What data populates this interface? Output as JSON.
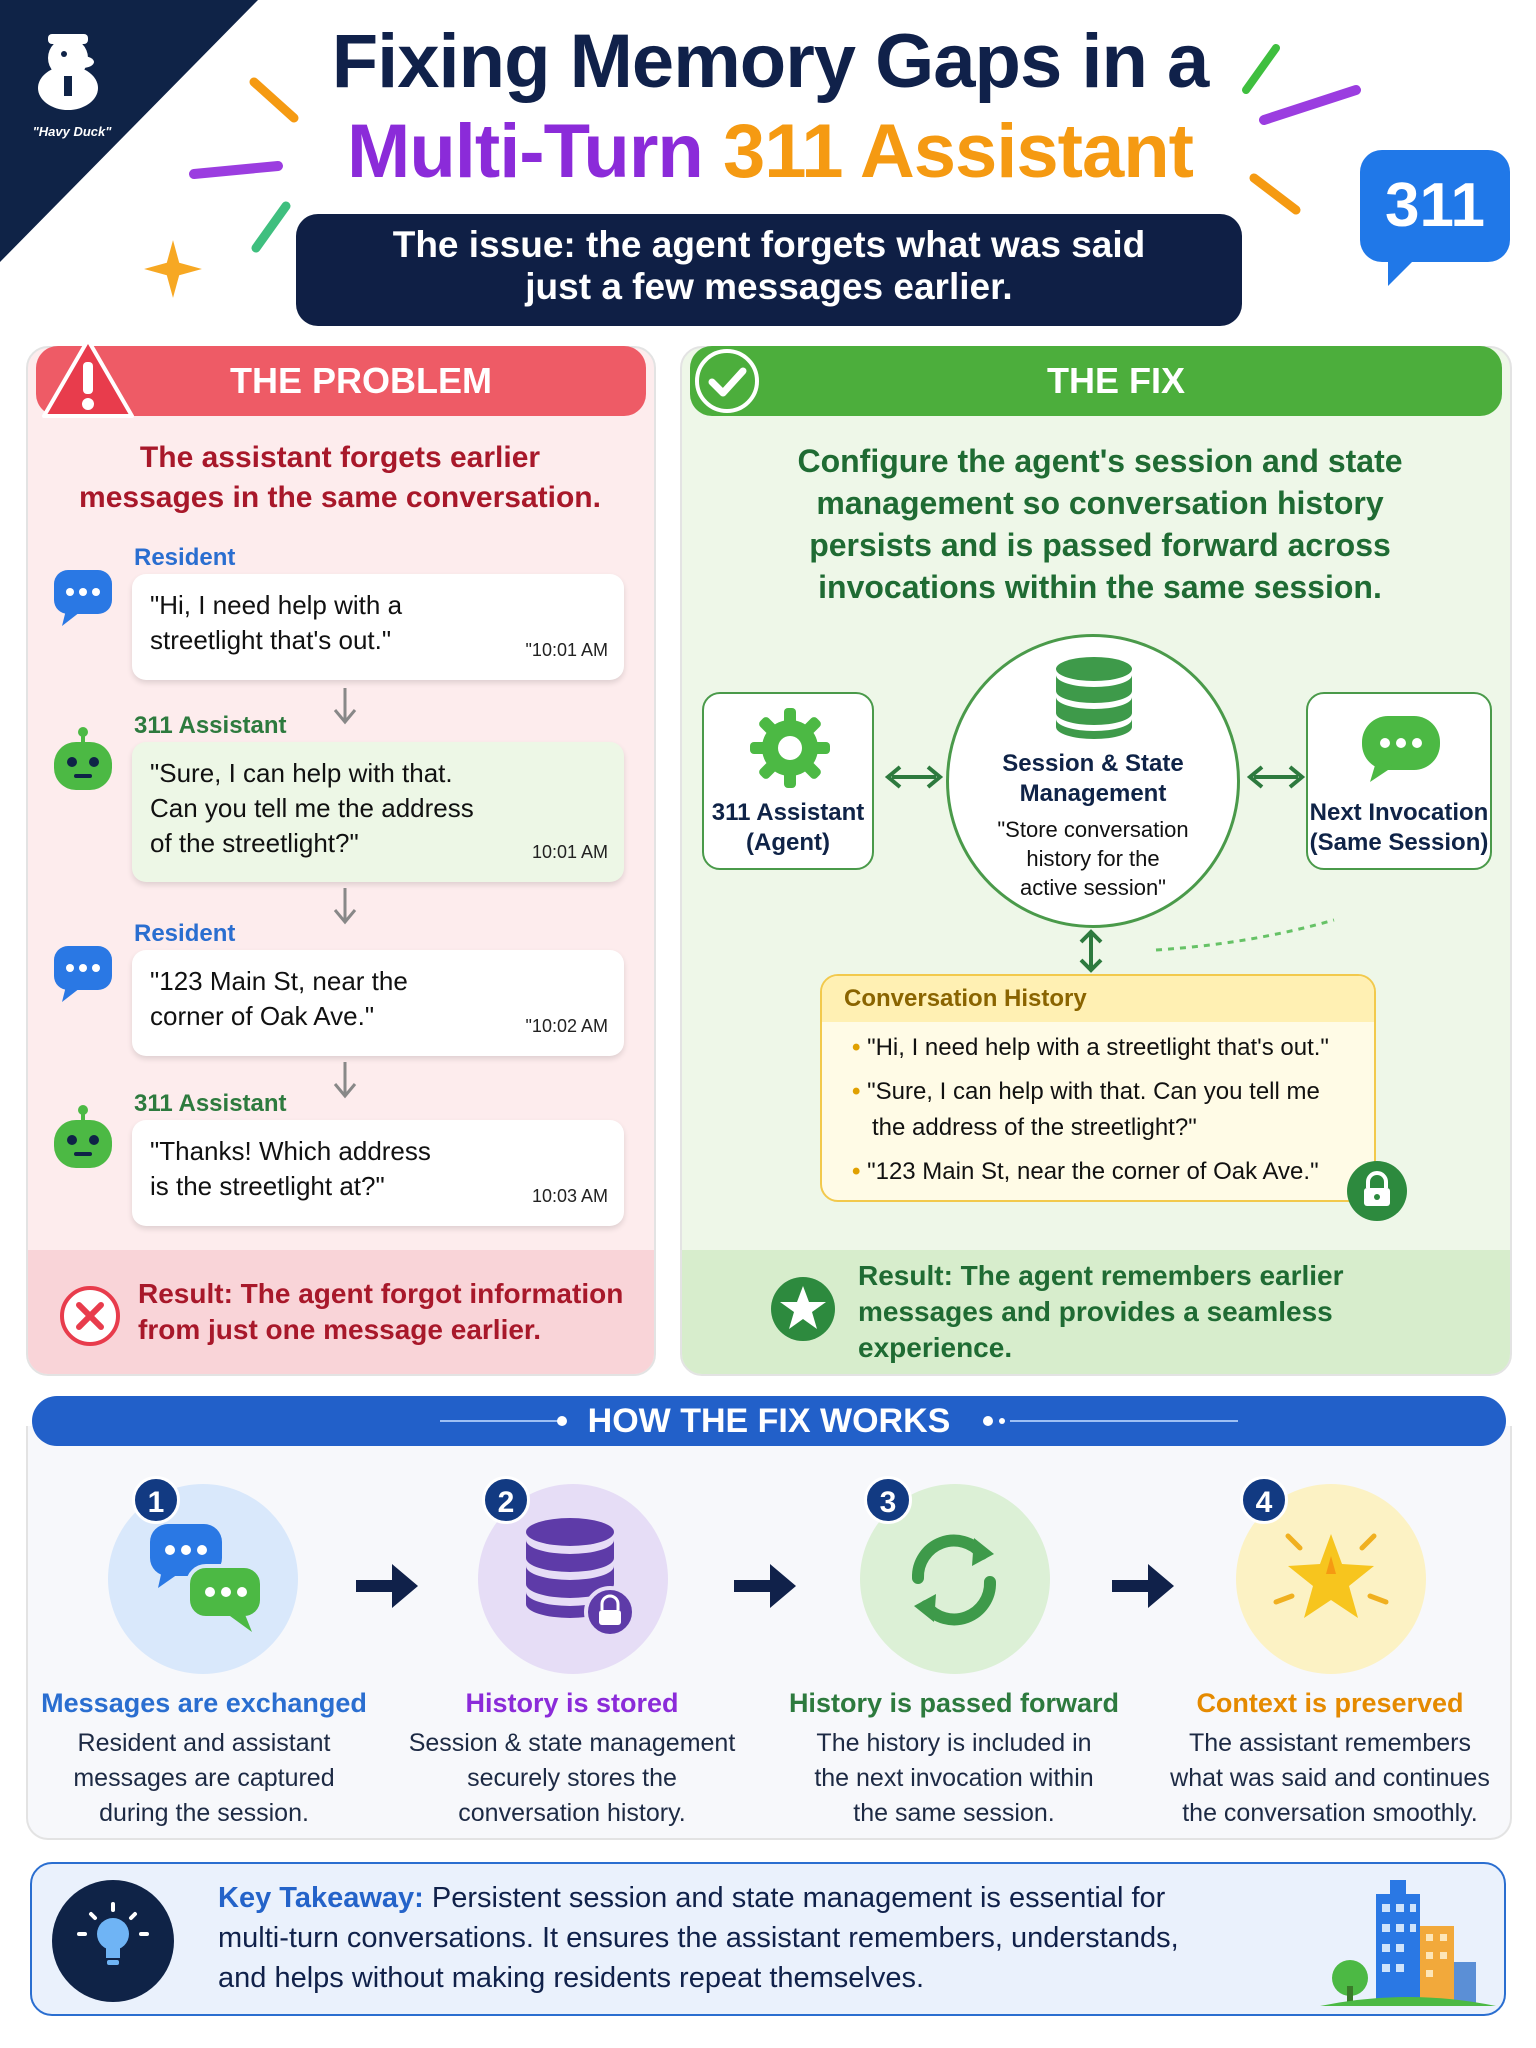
{
  "brand": {
    "name": "\"Havy Duck\""
  },
  "header": {
    "title_line1": "Fixing Memory Gaps in a",
    "title_line2_purple": "Multi-Turn ",
    "title_line2_orange": "311 Assistant",
    "issue_line1": "The issue: the agent forgets what was said",
    "issue_line2": "just a few messages earlier.",
    "badge": "311"
  },
  "problem": {
    "header": "THE PROBLEM",
    "subtitle_line1": "The assistant forgets earlier",
    "subtitle_line2": "messages in the same conversation.",
    "messages": [
      {
        "speaker": "Resident",
        "line1": "\"Hi, I need help with a",
        "line2": "streetlight that's out.\"",
        "line3": "",
        "time": "\"10:01 AM"
      },
      {
        "speaker": "311 Assistant",
        "line1": "\"Sure, I can help with that.",
        "line2": "Can you tell me the address",
        "line3": "of the streetlight?\"",
        "time": "10:01 AM"
      },
      {
        "speaker": "Resident",
        "line1": "\"123 Main St, near the",
        "line2": "corner of Oak Ave.\"",
        "line3": "",
        "time": "\"10:02 AM"
      },
      {
        "speaker": "311 Assistant",
        "line1": "\"Thanks! Which address",
        "line2": "is the streetlight at?\"",
        "line3": "",
        "time": "10:03 AM"
      }
    ],
    "result_line1": "Result: The agent forgot information",
    "result_line2": "from just one message earlier."
  },
  "fix": {
    "header": "THE FIX",
    "subtitle_lines": [
      "Configure the agent's session and state",
      "management so conversation history",
      "persists and is passed forward across",
      "invocations within the same session."
    ],
    "agent_line1": "311 Assistant",
    "agent_line2": "(Agent)",
    "session_line1": "Session & State",
    "session_line2": "Management",
    "session_desc1": "\"Store conversation",
    "session_desc2": "history for the",
    "session_desc3": "active session\"",
    "next_line1": "Next Invocation",
    "next_line2": "(Same Session)",
    "history_title": "Conversation History",
    "history_items": [
      "\"Hi, I need help with a streetlight that's out.\"",
      "\"Sure, I can help with that. Can you tell me",
      "the address of the streetlight?\"",
      "\"123 Main St, near the corner of Oak Ave.\""
    ],
    "result_lines": [
      "Result: The agent remembers earlier",
      "messages and provides a seamless",
      "experience."
    ]
  },
  "how": {
    "title": "HOW THE FIX WORKS",
    "steps": [
      {
        "num": "1",
        "title": "Messages are exchanged",
        "color": "#2a6ed0",
        "d1": "Resident and assistant",
        "d2": "messages are captured",
        "d3": "during the session."
      },
      {
        "num": "2",
        "title": "History is stored",
        "color": "#8b2bd9",
        "d1": "Session & state management",
        "d2": "securely stores the",
        "d3": "conversation history."
      },
      {
        "num": "3",
        "title": "History is passed forward",
        "color": "#2d7a3e",
        "d1": "The history is included in",
        "d2": "the next invocation within",
        "d3": "the same session."
      },
      {
        "num": "4",
        "title": "Context is preserved",
        "color": "#e58a00",
        "d1": "The assistant remembers",
        "d2": "what was said and continues",
        "d3": "the conversation smoothly."
      }
    ]
  },
  "takeaway": {
    "label": "Key Takeaway:",
    "text1": " Persistent session and state management is essential for",
    "text2": "multi-turn conversations. It ensures the assistant remembers, understands,",
    "text3": "and helps without making residents repeat themselves."
  },
  "colors": {
    "navy": "#0f2347",
    "problem_red": "#ee5b66",
    "fix_green": "#4cae3c",
    "blue": "#2260c9",
    "purple": "#8b2bd9",
    "orange": "#f59a12"
  }
}
